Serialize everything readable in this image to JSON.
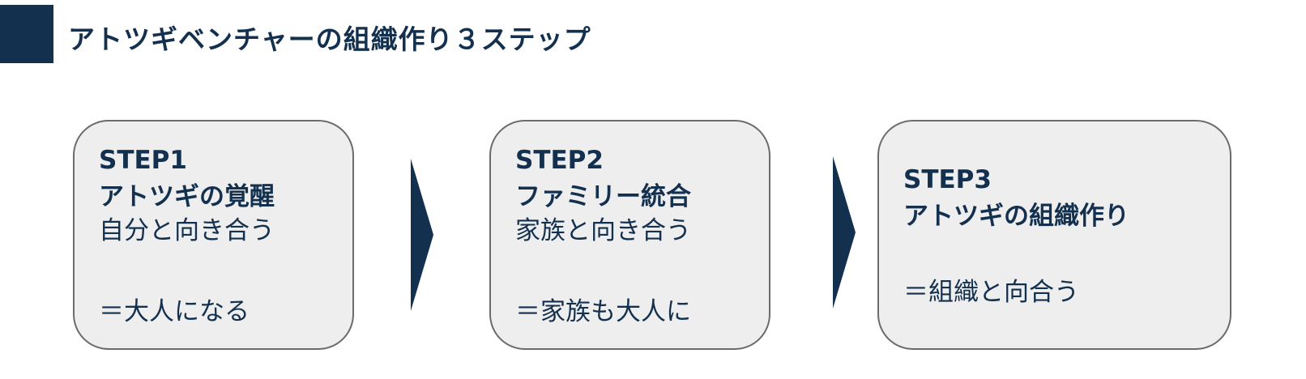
{
  "title": "アトツギベンチャーの組織作り３ステップ",
  "colors": {
    "accent": "#13304f",
    "box_fill": "#eeeeee",
    "box_border": "#6b6b6b"
  },
  "steps": [
    {
      "step": "STEP1",
      "name": "アトツギの覚醒",
      "sub": "自分と向き合う",
      "result": "＝大人になる"
    },
    {
      "step": "STEP2",
      "name": "ファミリー統合",
      "sub": "家族と向き合う",
      "result": "＝家族も大人に"
    },
    {
      "step": "STEP3",
      "name": "アトツギの組織作り",
      "result": "＝組織と向合う"
    }
  ]
}
